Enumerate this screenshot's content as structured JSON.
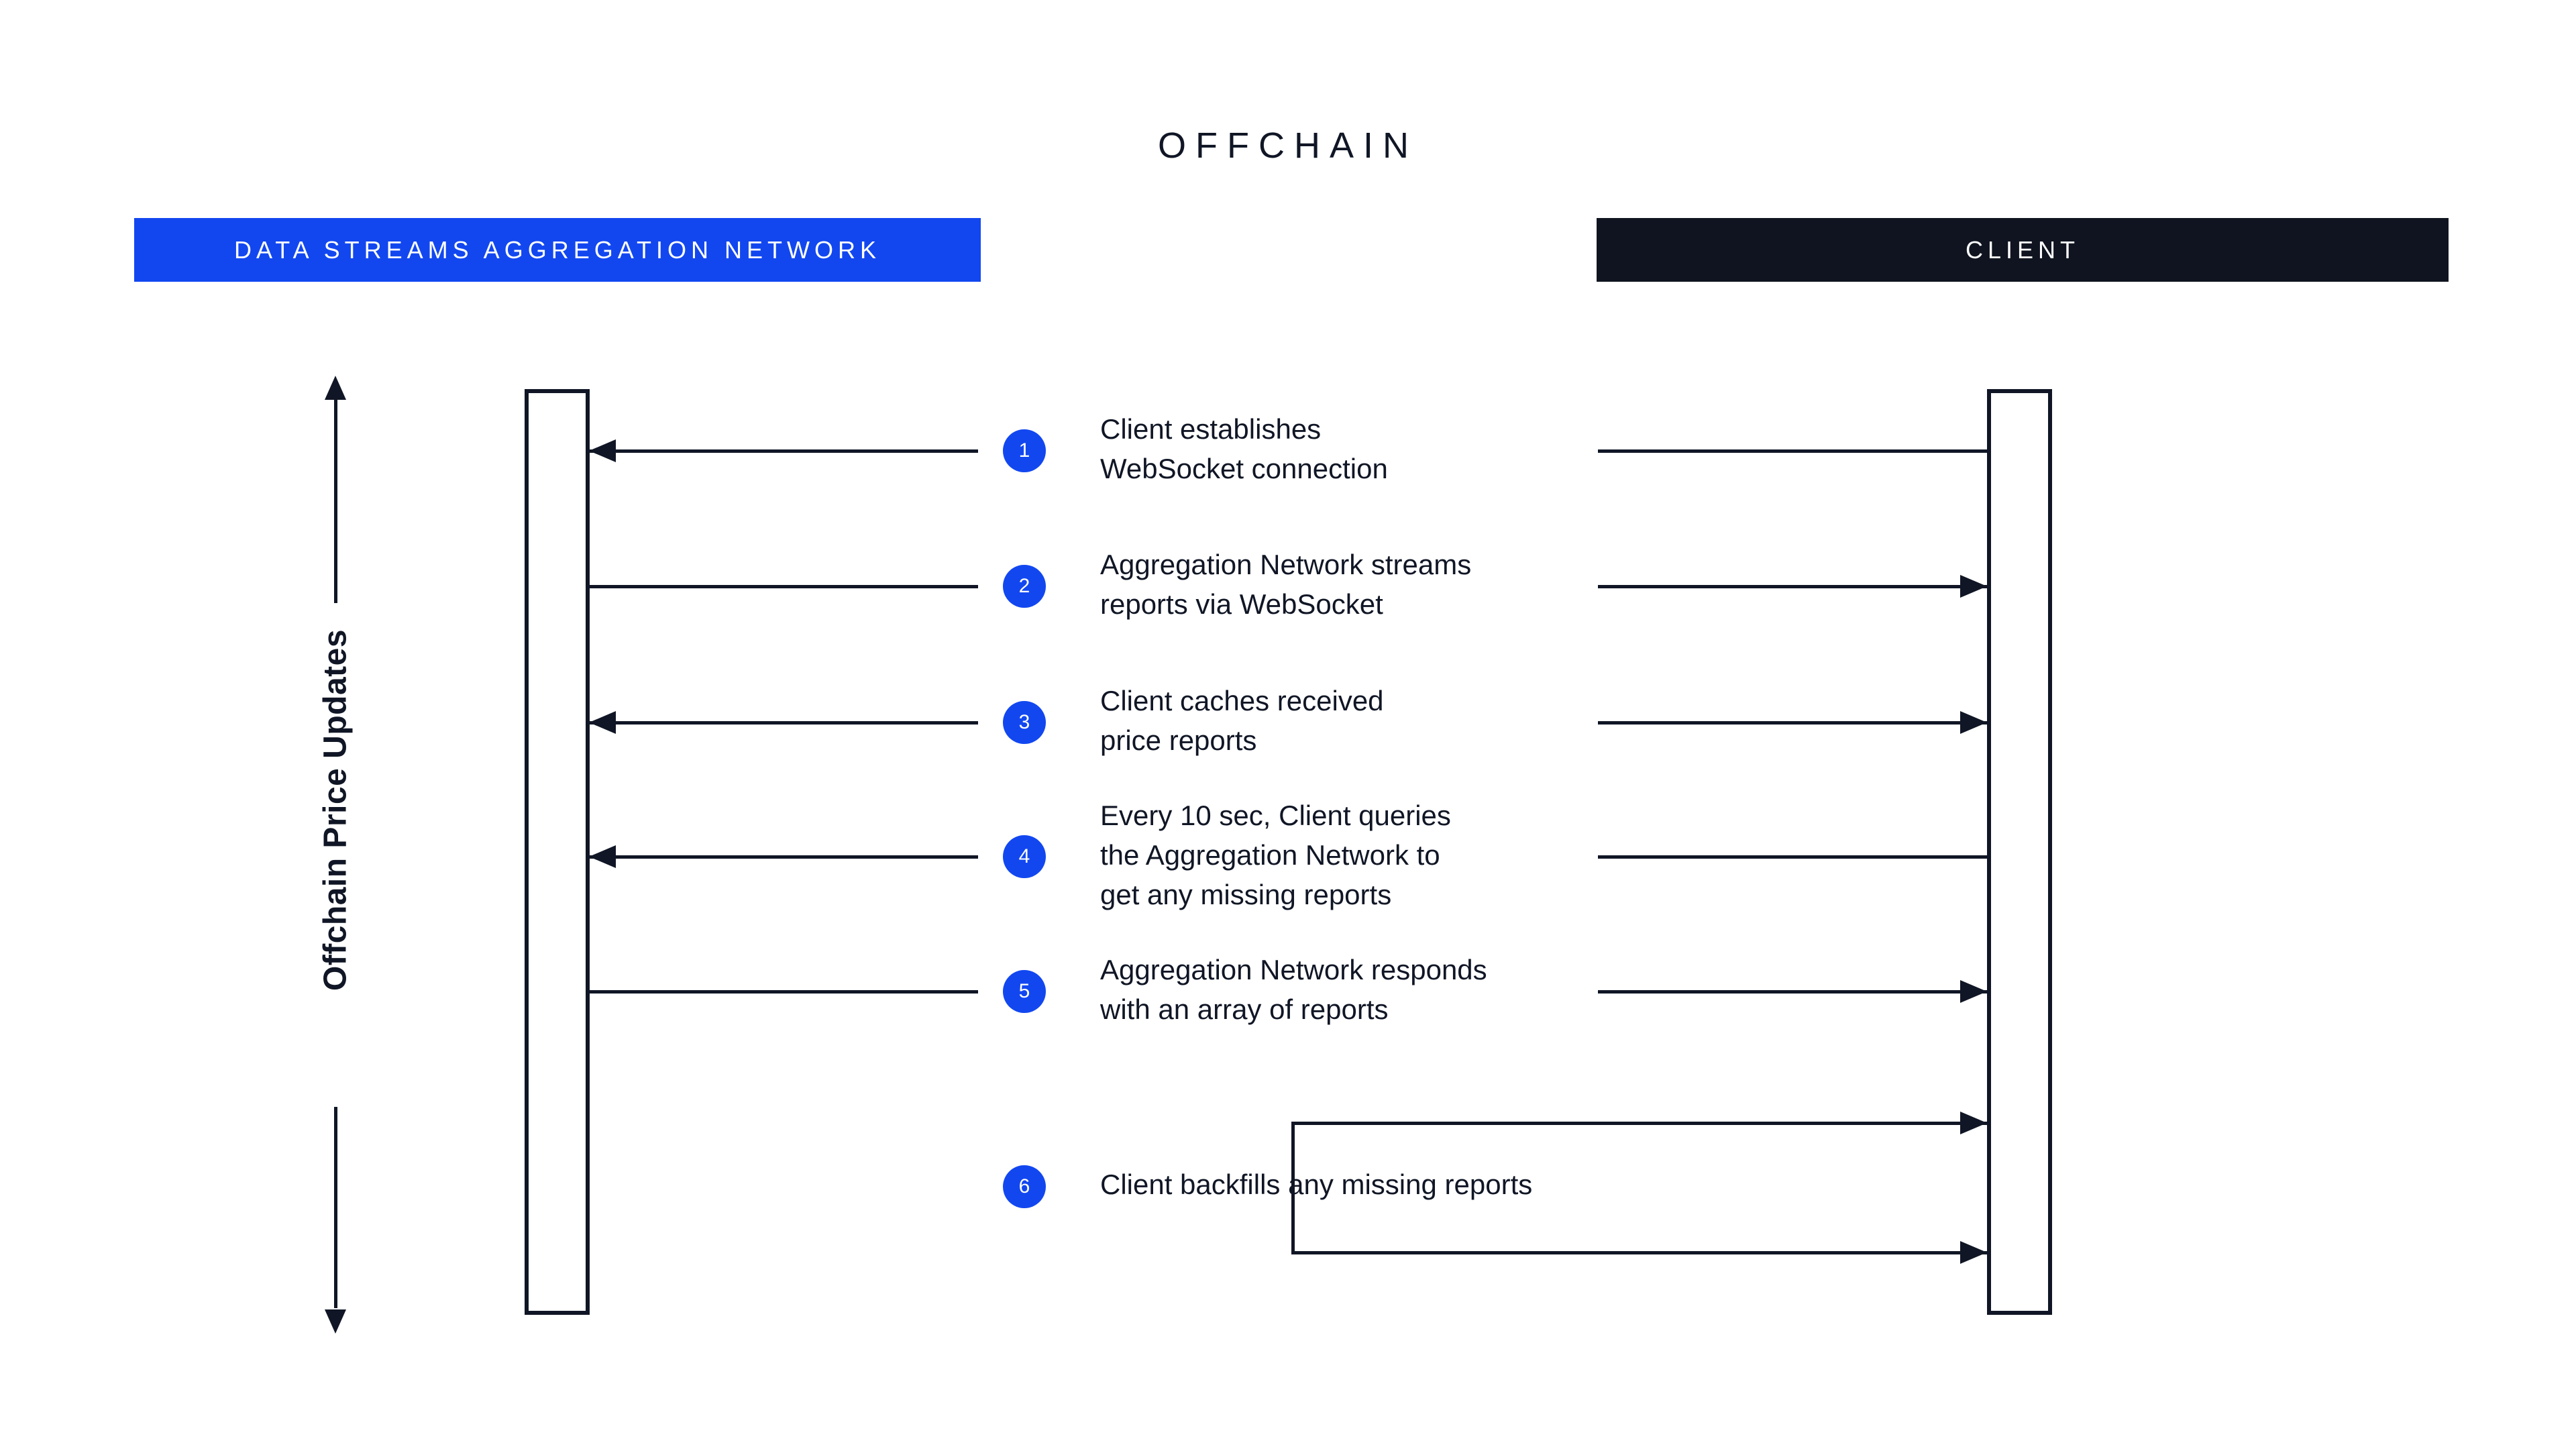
{
  "title": "OFFCHAIN",
  "colors": {
    "accent_blue": "#1247f0",
    "dark": "#0f1420",
    "ink": "#101625",
    "background": "#ffffff"
  },
  "lanes": {
    "left": {
      "label": "DATA STREAMS AGGREGATION NETWORK",
      "background": "#1247f0"
    },
    "right": {
      "label": "CLIENT",
      "background": "#0f1420"
    }
  },
  "axis": {
    "label": "Offchain Price Updates",
    "top_arrow": "arrow-up",
    "bottom_arrow": "arrow-down"
  },
  "steps": [
    {
      "number": "1",
      "text": "Client establishes\nWebSocket connection",
      "left_arrowhead": true,
      "right_arrowhead": false,
      "self_loop": false
    },
    {
      "number": "2",
      "text": "Aggregation Network streams\nreports via WebSocket",
      "left_arrowhead": false,
      "right_arrowhead": true,
      "self_loop": false
    },
    {
      "number": "3",
      "text": "Client caches received\nprice reports",
      "left_arrowhead": true,
      "right_arrowhead": true,
      "self_loop": false
    },
    {
      "number": "4",
      "text": "Every 10 sec, Client queries\nthe Aggregation Network to\nget any missing reports",
      "left_arrowhead": true,
      "right_arrowhead": false,
      "self_loop": false
    },
    {
      "number": "5",
      "text": "Aggregation Network responds\nwith an array of reports",
      "left_arrowhead": false,
      "right_arrowhead": true,
      "self_loop": false
    },
    {
      "number": "6",
      "text": "Client backfills any missing reports",
      "left_arrowhead": false,
      "right_arrowhead": false,
      "self_loop": true
    }
  ]
}
